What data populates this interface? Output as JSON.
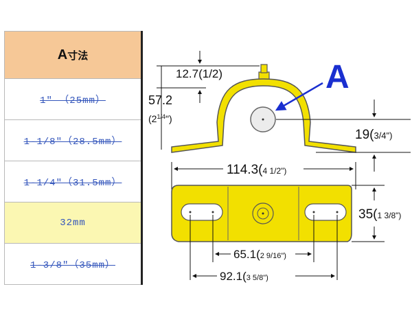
{
  "table": {
    "header_mark": "A",
    "header_text": "寸法",
    "rows": [
      {
        "label": "1\" （25mm）",
        "strike": true
      },
      {
        "label": "1-1/8\"（28.5mm）",
        "strike": true
      },
      {
        "label": "1-1/4\"（31.5mm）",
        "strike": true
      },
      {
        "label": "32mm",
        "strike": false
      },
      {
        "label": "1-3/8\"（35mm）",
        "strike": true
      }
    ]
  },
  "drawing": {
    "callout_letter": "A",
    "callout_color": "#1a2fd0",
    "part_color": "#f2e000",
    "dim_top_gap": "12.7(1/2)",
    "dim_height_main": "57.2",
    "dim_height_frac": "(2",
    "dim_height_frac_num": "1/4",
    "dim_height_close": "\")",
    "dim_offset_main": "19(",
    "dim_offset_frac": "3/4",
    "dim_offset_close": "\")",
    "dim_length_main": "114.3(",
    "dim_length_frac": "4 1/2",
    "dim_length_close": "\")",
    "dim_width_main": "35(",
    "dim_width_frac": "1 3/8",
    "dim_width_close": "\")",
    "dim_inner_main": "65.1(",
    "dim_inner_frac": "2 9/16",
    "dim_inner_close": "\")",
    "dim_outer_main": "92.1(",
    "dim_outer_frac": "3 5/8",
    "dim_outer_close": "\")"
  }
}
